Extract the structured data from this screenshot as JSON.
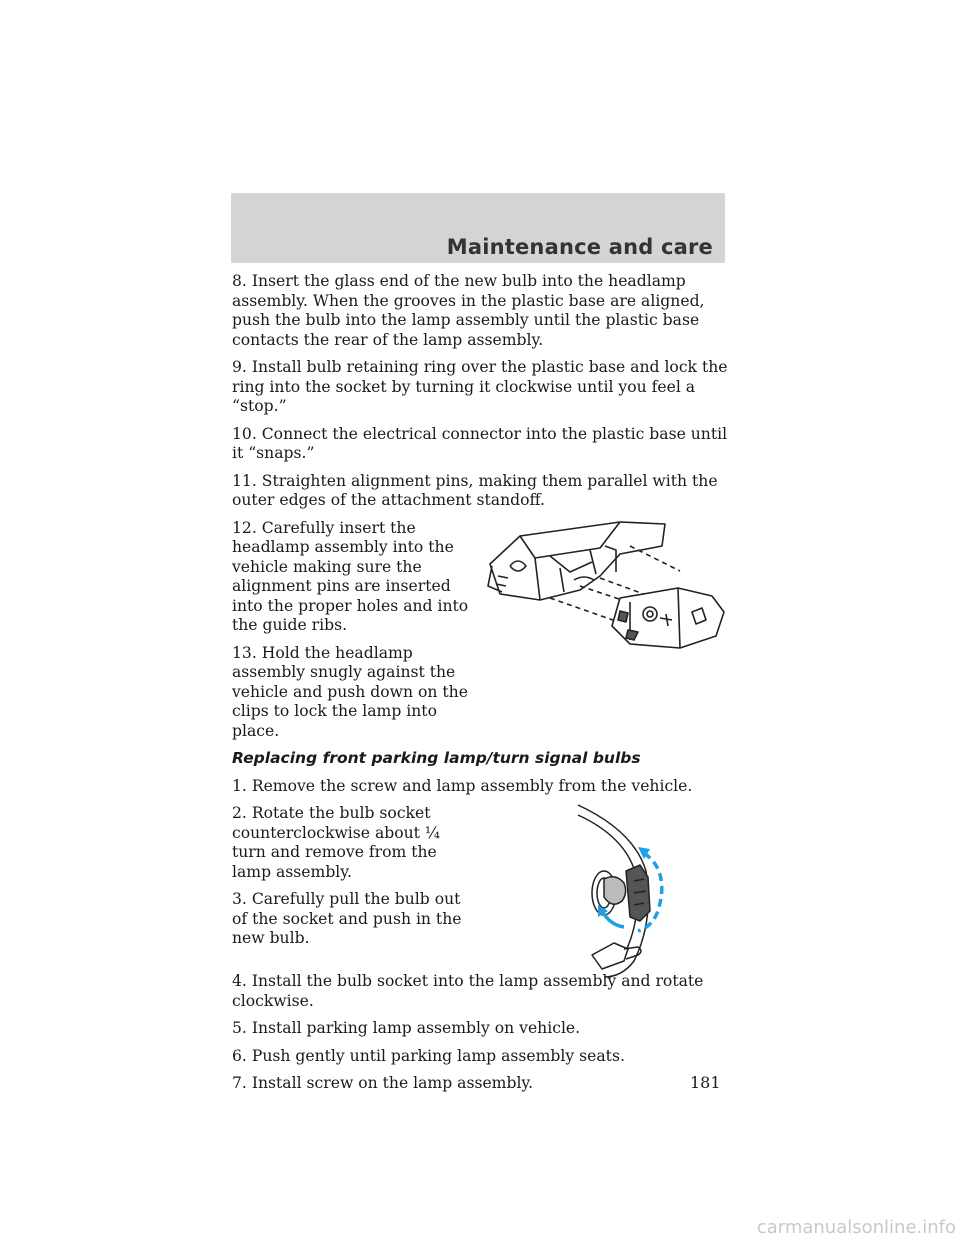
{
  "header": {
    "section_title": "Maintenance and care"
  },
  "steps_headlamp": [
    "8. Insert the glass end of the new bulb into the headlamp assembly. When the grooves in the plastic base are aligned, push the bulb into the lamp assembly until the plastic base contacts the rear of the lamp assembly.",
    "9. Install bulb retaining ring over the plastic base and lock the ring into the socket by turning it clockwise until you feel a “stop.”",
    "10. Connect the electrical connector into the plastic base until it “snaps.”",
    "11. Straighten alignment pins, making them parallel with the outer edges of the attachment standoff.",
    "12. Carefully insert the headlamp assembly into the vehicle making sure the alignment pins are inserted into the proper holes and into the guide ribs.",
    "13. Hold the headlamp assembly snugly against the vehicle and push down on the clips to lock the lamp into place."
  ],
  "parking_section": {
    "title": "Replacing front parking lamp/turn signal bulbs",
    "steps": [
      "1. Remove the screw and lamp assembly from the vehicle.",
      "2. Rotate the bulb socket counterclockwise about ¼ turn and remove from the lamp assembly.",
      "3. Carefully pull the bulb out of the socket and push in the new bulb.",
      "4. Install the bulb socket into the lamp assembly and rotate clockwise.",
      "5. Install parking lamp assembly on vehicle.",
      "6. Push gently until parking lamp assembly seats.",
      "7. Install screw on the lamp assembly."
    ]
  },
  "page_number": "181",
  "watermark": "carmanualsonline.info",
  "colors": {
    "header_band": "#d4d4d4",
    "arrow": "#1ea0e6"
  }
}
